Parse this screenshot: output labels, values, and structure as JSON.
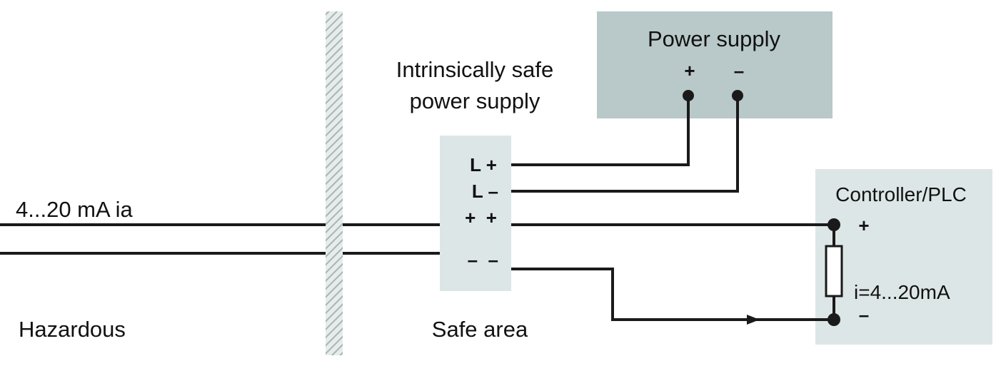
{
  "colors": {
    "box_fill": "#b9c8c8",
    "barrier_box_fill": "#dde6e6",
    "plc_fill": "#dde6e6",
    "line": "#1a1a1a",
    "hatch": "#a9b4b4"
  },
  "labels": {
    "signal": "4...20 mA ia",
    "hazardous": "Hazardous",
    "safe_area": "Safe area",
    "barrier_title_line1": "Intrinsically safe",
    "barrier_title_line2": "power supply"
  },
  "power_supply": {
    "title": "Power supply",
    "plus": "+",
    "minus": "–"
  },
  "barrier_terminals": {
    "lplus": "L +",
    "lminus": "L –",
    "plusplus": "+  +",
    "minusminus": "–  –"
  },
  "controller": {
    "title": "Controller/PLC",
    "plus": "+",
    "minus": "–",
    "current": "i=4...20mA"
  },
  "icons": {
    "barrier": "hatched-wall-icon",
    "resistor": "resistor-icon",
    "arrow": "arrowhead-icon"
  }
}
